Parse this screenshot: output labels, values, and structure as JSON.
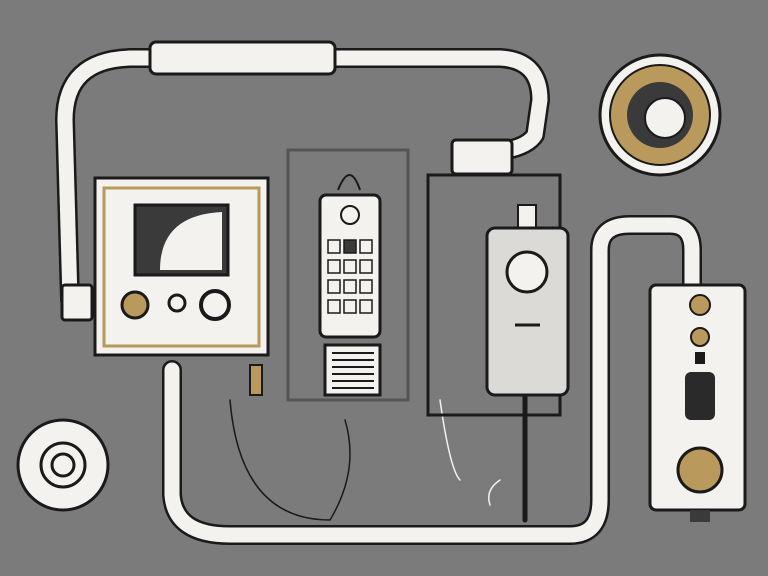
{
  "colors": {
    "background": "#7b7b7b",
    "outline": "#1a1a1a",
    "white": "#f4f2ee",
    "gold": "#b99a5c",
    "dark": "#3a3a3a",
    "frame": "#555555"
  },
  "scene": {
    "components": [
      "pipe",
      "thermostat-panel",
      "remote-control",
      "handheld-device",
      "round-gauge",
      "wall-switch-unit",
      "round-sensor"
    ]
  },
  "thermostat": {
    "knobs": [
      "gold-knob",
      "small-knob",
      "dial-knob"
    ]
  },
  "remote": {
    "button_rows": 4,
    "button_cols": 3
  }
}
